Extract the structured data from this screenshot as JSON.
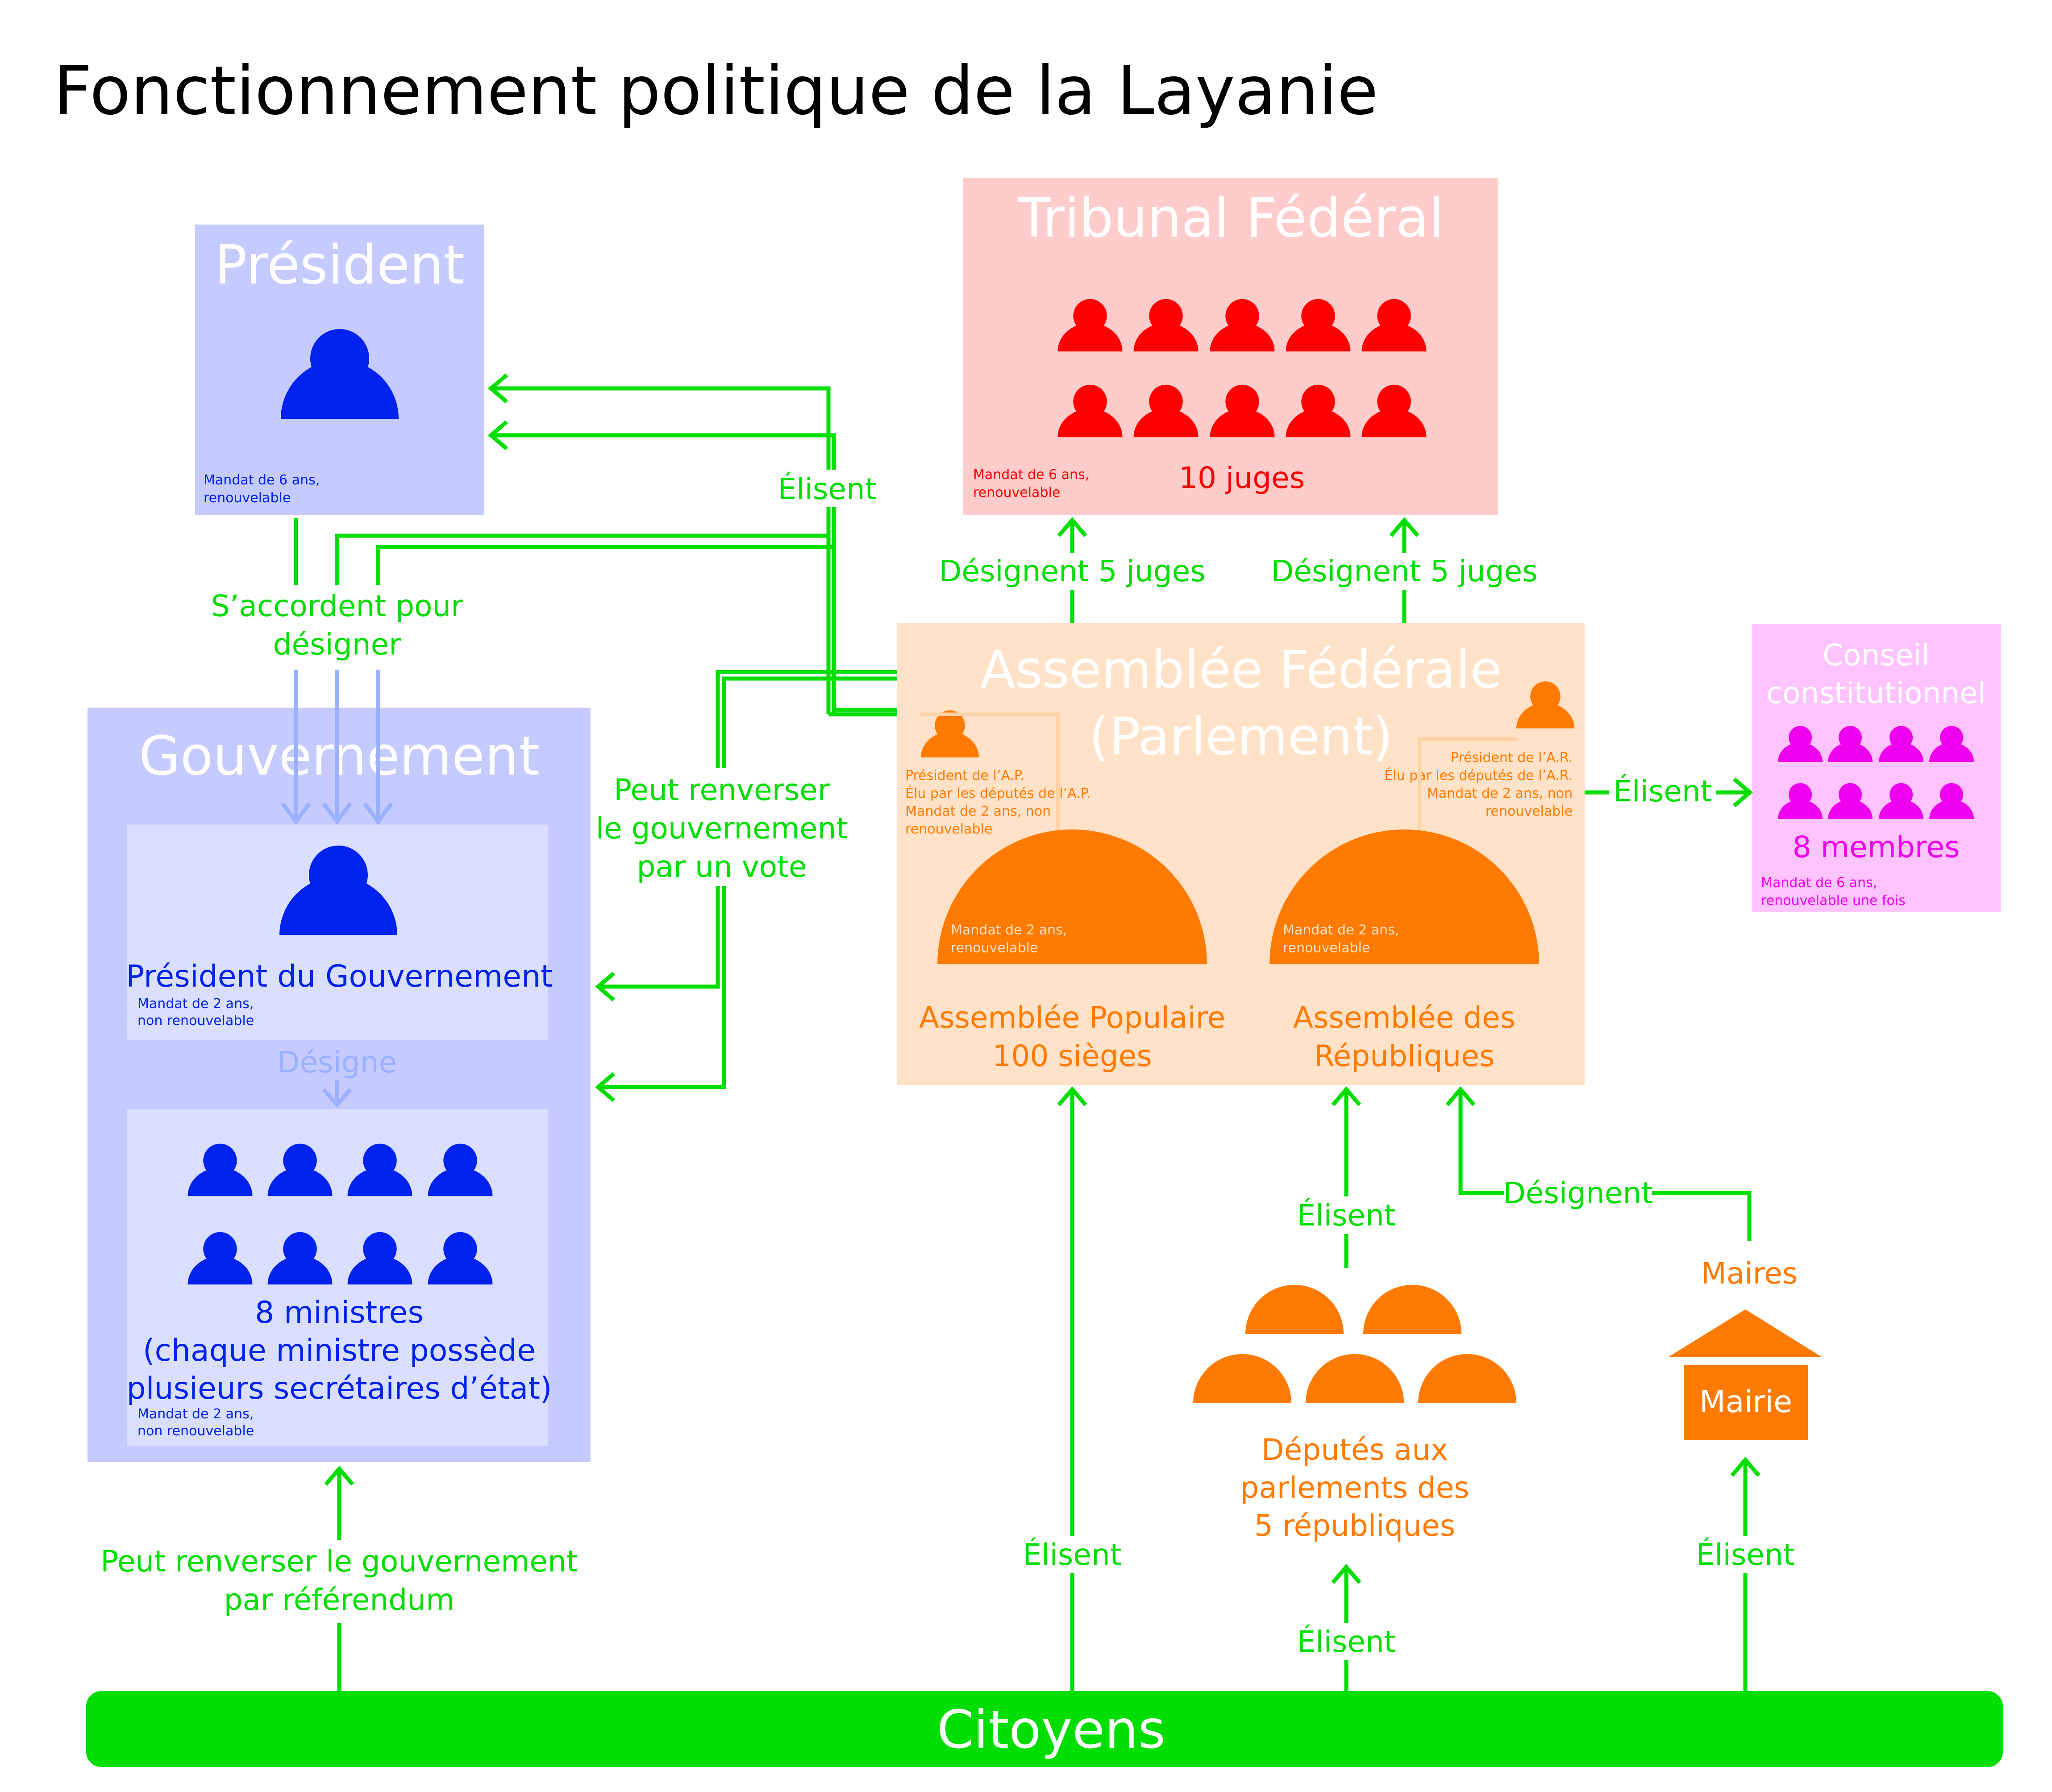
{
  "title": "Fonctionnement politique de la Layanie",
  "president": {
    "title": "Président",
    "note_line1": "Mandat de 6 ans,",
    "note_line2": "renouvelable"
  },
  "gouvernement": {
    "title": "Gouvernement",
    "chef_label": "Président du Gouvernement",
    "chef_note_line1": "Mandat de 2 ans,",
    "chef_note_line2": "non renouvelable",
    "designe": "Désigne",
    "ministres_line1": "8 ministres",
    "ministres_line2": "(chaque ministre possède",
    "ministres_line3": "plusieurs secrétaires d’état)",
    "ministres_note_line1": "Mandat de 2 ans,",
    "ministres_note_line2": "non renouvelable"
  },
  "tribunal": {
    "title": "Tribunal Fédéral",
    "count": "10 juges",
    "note_line1": "Mandat de 6 ans,",
    "note_line2": "renouvelable"
  },
  "assemblee": {
    "title_line1": "Assemblée Fédérale",
    "title_line2": "(Parlement)",
    "pres_ap_line1": "Président de l’A.P.",
    "pres_ap_line2": "Élu par les députés de l’A.P.",
    "pres_ap_line3": "Mandat de 2 ans, non",
    "pres_ap_line4": "renouvelable",
    "pres_ar_line1": "Président de l’A.R.",
    "pres_ar_line2": "Élu par les députés de l’A.R.",
    "pres_ar_line3": "Mandat de 2 ans, non",
    "pres_ar_line4": "renouvelable",
    "ap_note_line1": "Mandat de 2 ans,",
    "ap_note_line2": "renouvelable",
    "ar_note_line1": "Mandat de 2 ans,",
    "ar_note_line2": "renouvelable",
    "ap_line1": "Assemblée Populaire",
    "ap_line2": "100 sièges",
    "ar_line1": "Assemblée des",
    "ar_line2": "Républiques"
  },
  "conseil": {
    "title_line1": "Conseil",
    "title_line2": "constitutionnel",
    "count": "8 membres",
    "note_line1": "Mandat de 6 ans,",
    "note_line2": "renouvelable une fois"
  },
  "deputes": {
    "line1": "Députés aux",
    "line2": "parlements des",
    "line3": "5 républiques"
  },
  "maires": {
    "label": "Maires",
    "mairie": "Mairie"
  },
  "citoyens": "Citoyens",
  "flows": {
    "elisent_president": "Élisent",
    "saccordent_line1": "S’accordent pour",
    "saccordent_line2": "désigner",
    "renverser_vote_line1": "Peut renverser",
    "renverser_vote_line2": "le gouvernement",
    "renverser_vote_line3": "par un vote",
    "designent_juges_1": "Désignent 5 juges",
    "designent_juges_2": "Désignent 5 juges",
    "elisent_conseil": "Élisent",
    "elisent_ar": "Élisent",
    "designent_maires": "Désignent",
    "renverser_ref_line1": "Peut renverser le gouvernement",
    "renverser_ref_line2": "par référendum",
    "elisent_ap": "Élisent",
    "elisent_deputes": "Élisent",
    "elisent_maires": "Élisent"
  },
  "colors": {
    "green": "#00dd00",
    "president_box": "#c5cbff",
    "gouv_inner": "#dadfff",
    "blue": "#0022ee",
    "tribunal_box": "#ffcccc",
    "red": "#ff0000",
    "assemblee_box": "#ffe2c7",
    "orange": "#ff7a00",
    "conseil_box": "#ffc4ff",
    "magenta": "#ee00ee"
  },
  "icons": [
    "person-icon",
    "hemicycle-icon",
    "town-hall-icon"
  ]
}
